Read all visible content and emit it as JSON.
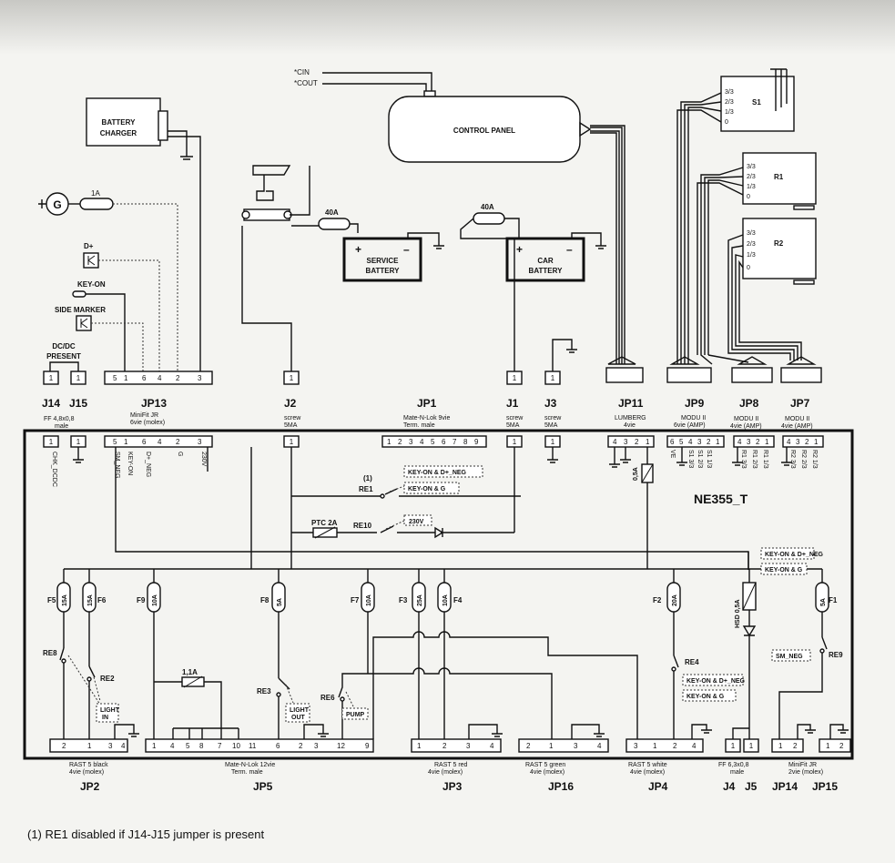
{
  "board_title": "NE355_T",
  "footnote": "(1) RE1 disabled if J14-J15 jumper is present",
  "top_labels": {
    "c_in": "*CIN",
    "c_out": "*COUT"
  },
  "components": {
    "battery_charger": [
      "BATTERY",
      "CHARGER"
    ],
    "control_panel": "CONTROL PANEL",
    "service_battery": [
      "SERVICE",
      "BATTERY"
    ],
    "car_battery": [
      "CAR",
      "BATTERY"
    ],
    "generator": "G",
    "fuse_1a": "1A",
    "fuse_40a_a": "40A",
    "fuse_40a_b": "40A",
    "d_plus": "D+",
    "key_on": "KEY-ON",
    "side_marker": "SIDE MARKER",
    "dcdc": [
      "DC/DC",
      "PRESENT"
    ],
    "s1": "S1",
    "r1": "R1",
    "r2": "R2",
    "level_ticks": [
      "3/3",
      "2/3",
      "1/3",
      "0"
    ]
  },
  "top_connectors": [
    {
      "id": "J14",
      "sub": [
        "FF 4,8x0,8",
        "male"
      ]
    },
    {
      "id": "J15",
      "sub": []
    },
    {
      "id": "JP13",
      "sub": [
        "MiniFit JR",
        "6vie (molex)"
      ],
      "pins": [
        "5",
        "1",
        "6",
        "4",
        "2",
        "3"
      ]
    },
    {
      "id": "J2",
      "sub": [
        "screw",
        "5MA"
      ]
    },
    {
      "id": "JP1",
      "sub": [
        "Mate-N-Lok 9vie",
        "Term. male"
      ],
      "pins": [
        "1",
        "2",
        "3",
        "4",
        "5",
        "6",
        "7",
        "8",
        "9"
      ]
    },
    {
      "id": "J1",
      "sub": [
        "screw",
        "5MA"
      ]
    },
    {
      "id": "J3",
      "sub": [
        "screw",
        "5MA"
      ]
    },
    {
      "id": "JP11",
      "sub": [
        "LUMBERG",
        "4vie"
      ],
      "pins": [
        "4",
        "3",
        "2",
        "1"
      ]
    },
    {
      "id": "JP9",
      "sub": [
        "MODU II",
        "6vie (AMP)"
      ],
      "pins": [
        "6",
        "5",
        "4",
        "3",
        "2",
        "1"
      ]
    },
    {
      "id": "JP8",
      "sub": [
        "MODU II",
        "4vie (AMP)"
      ],
      "pins": [
        "4",
        "3",
        "2",
        "1"
      ]
    },
    {
      "id": "JP7",
      "sub": [
        "MODU II",
        "4vie (AMP)"
      ],
      "pins": [
        "4",
        "3",
        "2",
        "1"
      ]
    }
  ],
  "signals": {
    "chk_dcdc": "CHK_DCDC",
    "sm_neg": "SM_NEG",
    "key_on": "KEY-ON",
    "d_neg": "D+_NEG",
    "g": "G",
    "v230": "230V",
    "ve": "VE",
    "jp9_sig": [
      "S1 3/3",
      "S1 2/3",
      "S1 1/3"
    ],
    "jp8_sig": [
      "R1 3/3",
      "R1 2/3",
      "R1 1/3"
    ],
    "jp7_sig": [
      "R2 3/3",
      "R2 2/3",
      "R2 1/3"
    ]
  },
  "logic_labels": {
    "keyon_dneg": "KEY-ON & D+_NEG",
    "keyon_g": "KEY-ON & G",
    "sm_neg": "SM_NEG",
    "v230": "230V"
  },
  "relays": {
    "re1": "RE1",
    "re1_note": "(1)",
    "re10": "RE10",
    "ptc": "PTC 2A",
    "fuse_05a": "0,5A",
    "re8": "RE8",
    "re2": "RE2",
    "re3": "RE3",
    "re6": "RE6",
    "re4": "RE4",
    "re9": "RE9",
    "light_in": [
      "LIGHT",
      "IN"
    ],
    "light_out": [
      "LIGHT",
      "OUT"
    ],
    "pump": "PUMP",
    "ptc_11a": "1,1A",
    "hsd": "HSD 0,5A"
  },
  "fuses": [
    {
      "id": "F5",
      "rating": "15A"
    },
    {
      "id": "F6",
      "rating": "15A"
    },
    {
      "id": "F9",
      "rating": "10A"
    },
    {
      "id": "F8",
      "rating": "5A"
    },
    {
      "id": "F7",
      "rating": "10A"
    },
    {
      "id": "F3",
      "rating": "25A"
    },
    {
      "id": "F4",
      "rating": "10A"
    },
    {
      "id": "F2",
      "rating": "20A"
    },
    {
      "id": "F1",
      "rating": "5A"
    }
  ],
  "bottom_connectors": [
    {
      "id": "JP2",
      "sub": [
        "RAST 5 black",
        "4vie (molex)"
      ],
      "pins": [
        "2",
        "1",
        "3",
        "4"
      ]
    },
    {
      "id": "JP5",
      "sub": [
        "Mate-N-Lok 12vie",
        "Term. male"
      ],
      "pins": [
        "1",
        "4",
        "5",
        "8",
        "7",
        "10",
        "11",
        "6",
        "2",
        "3",
        "12",
        "9"
      ]
    },
    {
      "id": "JP3",
      "sub": [
        "RAST 5 red",
        "4vie (molex)"
      ],
      "pins": [
        "1",
        "2",
        "3",
        "4"
      ]
    },
    {
      "id": "JP16",
      "sub": [
        "RAST 5 green",
        "4vie (molex)"
      ],
      "pins": [
        "2",
        "1",
        "3",
        "4"
      ]
    },
    {
      "id": "JP4",
      "sub": [
        "RAST 5 white",
        "4vie (molex)"
      ],
      "pins": [
        "3",
        "1",
        "2",
        "4"
      ]
    },
    {
      "id": "J4",
      "sub": [
        "FF 6,3x0,8",
        "male"
      ]
    },
    {
      "id": "J5",
      "sub": []
    },
    {
      "id": "JP14",
      "sub": [
        "MiniFit JR",
        "2vie (molex)"
      ]
    },
    {
      "id": "JP15",
      "sub": []
    }
  ]
}
